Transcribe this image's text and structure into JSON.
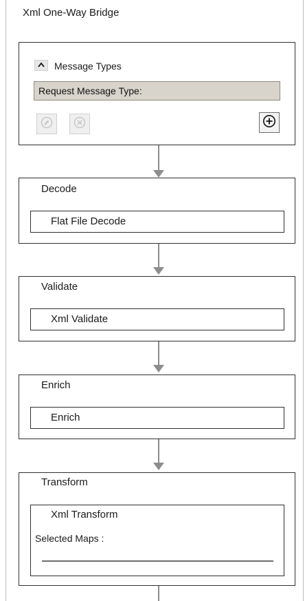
{
  "title": "Xml One-Way Bridge",
  "message_types": {
    "label": "Message Types",
    "collapse_icon": "chevron-up-icon",
    "request_field": "Request Message Type:",
    "buttons": {
      "edit": "edit-icon",
      "remove": "remove-icon",
      "add": "add-icon"
    }
  },
  "stages": {
    "decode": {
      "title": "Decode",
      "item": "Flat File Decode"
    },
    "validate": {
      "title": "Validate",
      "item": "Xml Validate"
    },
    "enrich": {
      "title": "Enrich",
      "item": "Enrich"
    },
    "transform": {
      "title": "Transform",
      "item": "Xml Transform",
      "selected_maps_label": "Selected Maps :"
    }
  },
  "colors": {
    "border": "#2f2f2f",
    "field_bg": "#d8d4cb",
    "connector": "#8d8d8d"
  }
}
